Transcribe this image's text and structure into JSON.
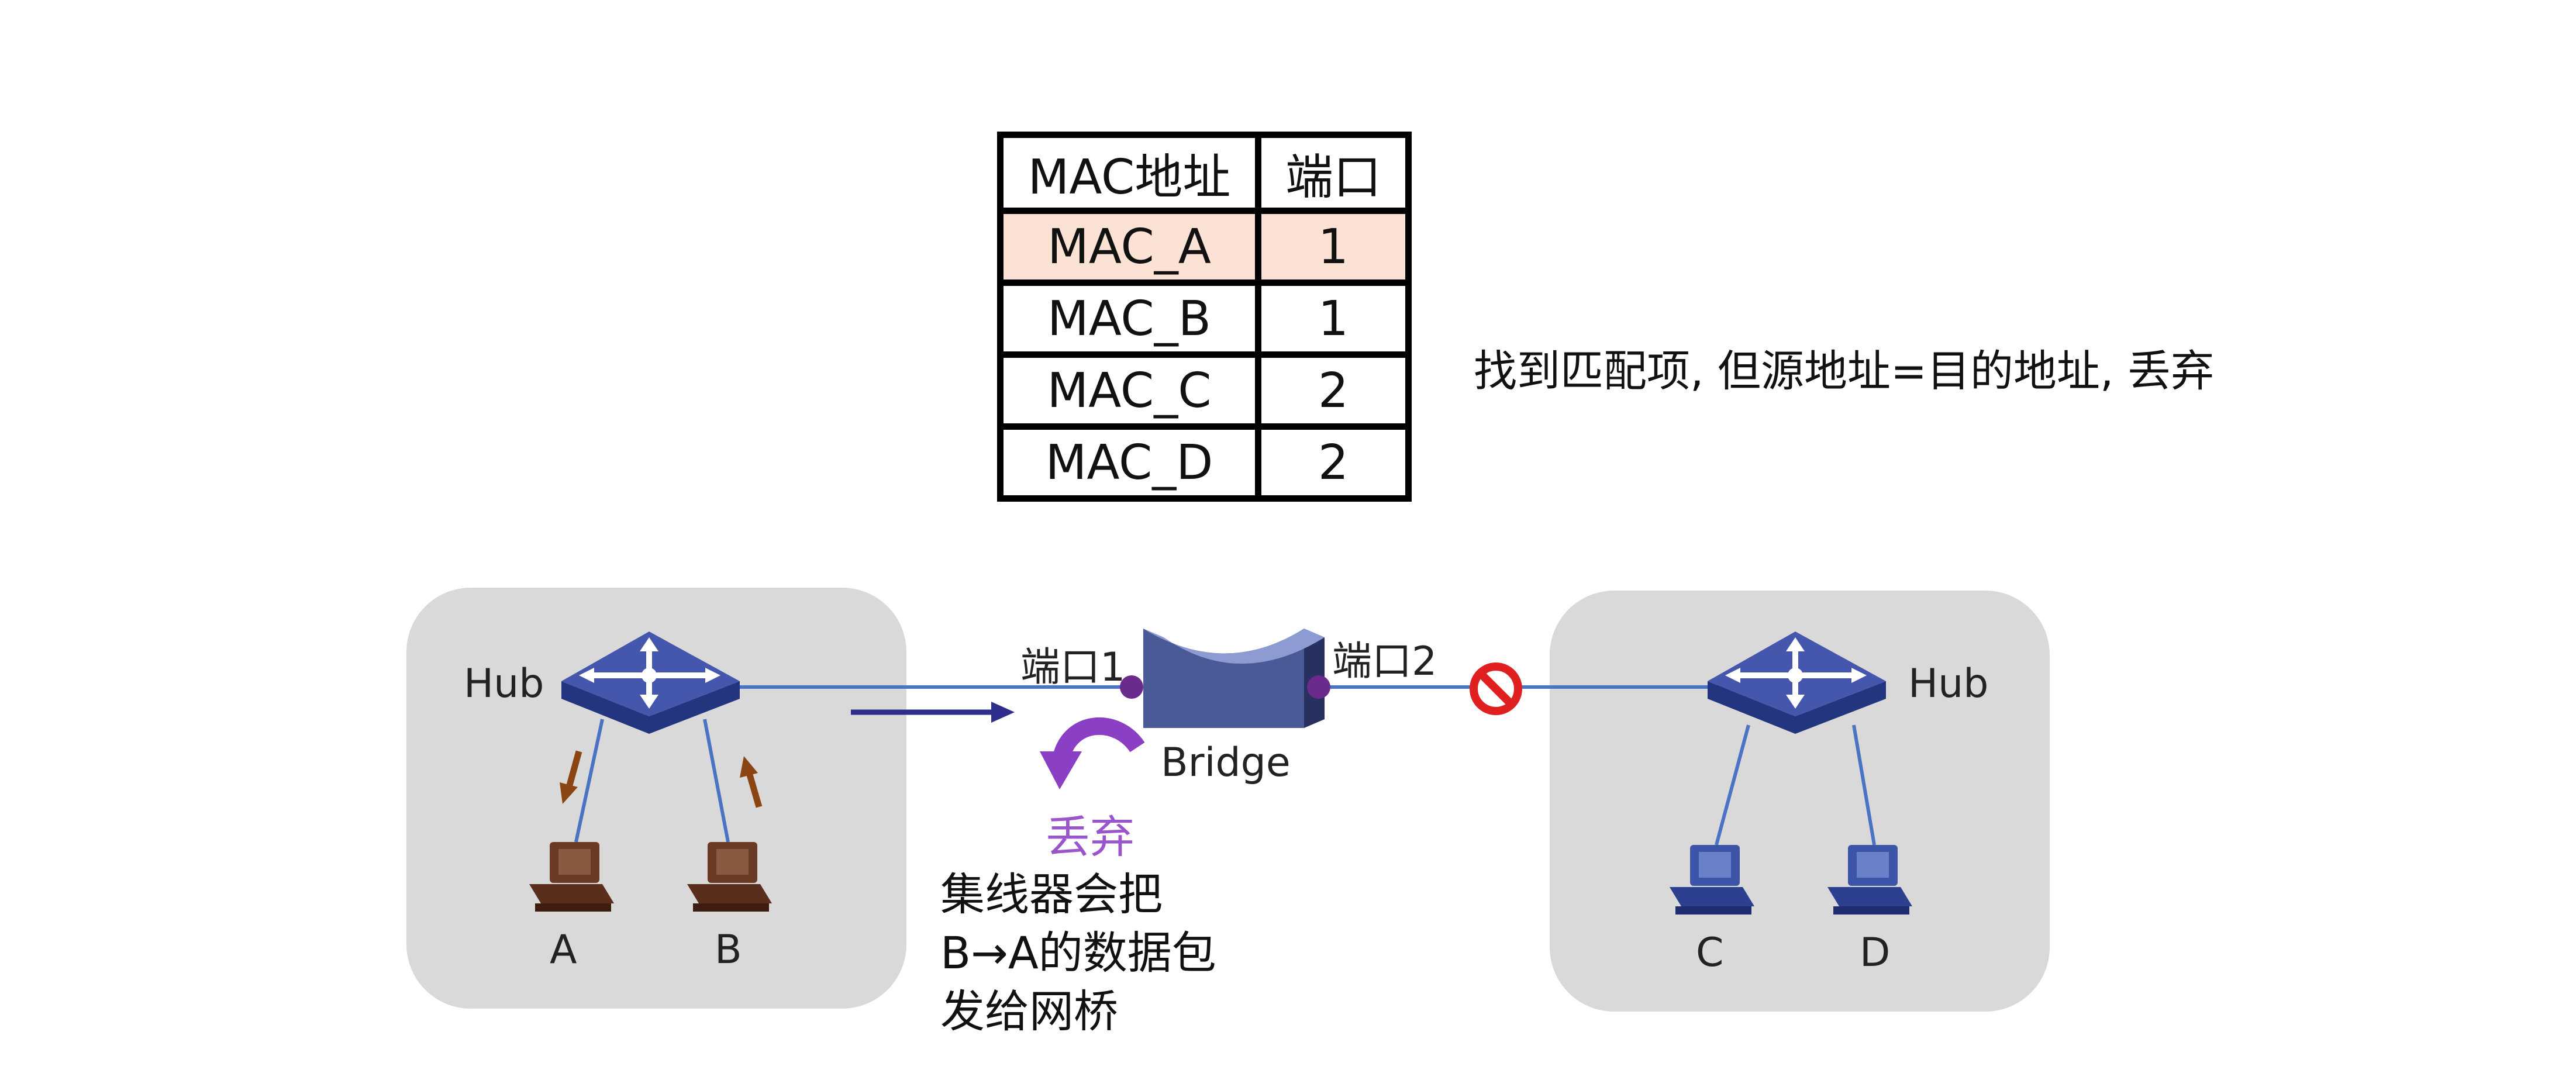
{
  "table": {
    "headers": [
      "MAC地址",
      "端口"
    ],
    "rows": [
      {
        "mac": "MAC_A",
        "port": "1",
        "highlight": true
      },
      {
        "mac": "MAC_B",
        "port": "1",
        "highlight": false
      },
      {
        "mac": "MAC_C",
        "port": "2",
        "highlight": false
      },
      {
        "mac": "MAC_D",
        "port": "2",
        "highlight": false
      }
    ]
  },
  "note": "找到匹配项, 但源地址=目的地址, 丢弃",
  "left_segment": {
    "hub_label": "Hub",
    "hosts": [
      "A",
      "B"
    ]
  },
  "right_segment": {
    "hub_label": "Hub",
    "hosts": [
      "C",
      "D"
    ]
  },
  "bridge": {
    "label": "Bridge",
    "port1_label": "端口1",
    "port2_label": "端口2",
    "discard_label": "丢弃"
  },
  "explanation": [
    "集线器会把",
    "B→A的数据包",
    "发给网桥"
  ],
  "colors": {
    "highlight_row": "#fbe2d5",
    "segment_bg": "#d9d9d9",
    "link": "#4a73c4",
    "hub": "#3d4f9e",
    "bridge": "#5a6aa8",
    "port_dot": "#6a2b8c",
    "discard": "#8a3fc4",
    "blocked": "#e02020",
    "frame_arrow": "#2e2e8c",
    "host_left": "#6b3a24",
    "host_right": "#3d55a8",
    "traffic_arrow": "#8b4513"
  }
}
